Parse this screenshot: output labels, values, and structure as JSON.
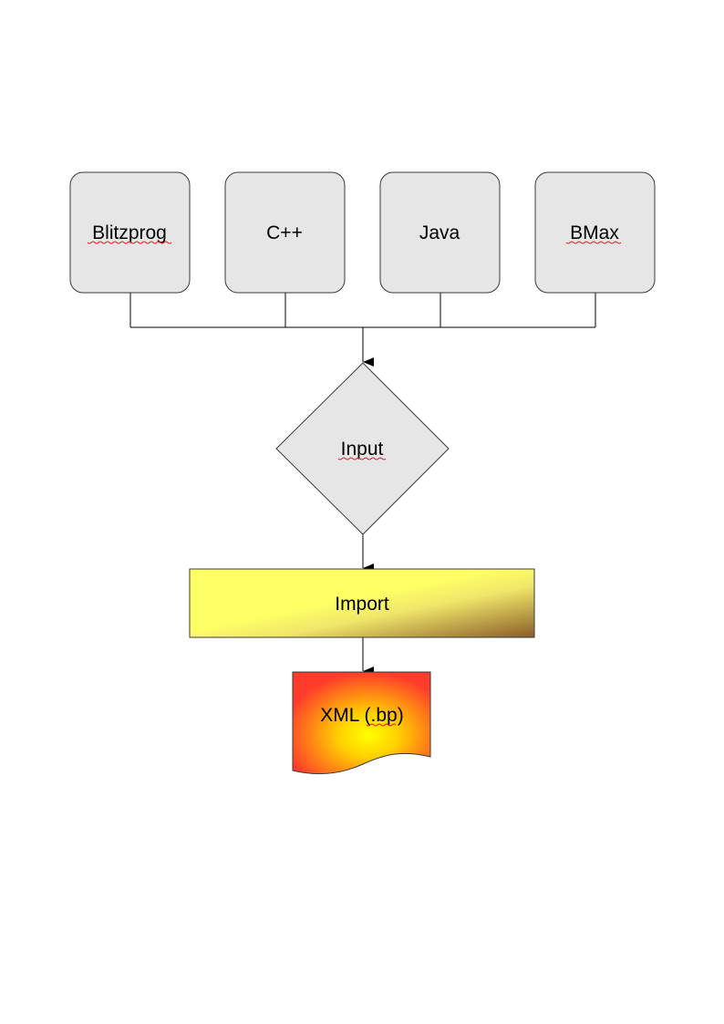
{
  "source_boxes": [
    {
      "label": "Blitzprog"
    },
    {
      "label": "C++"
    },
    {
      "label": "Java"
    },
    {
      "label": "BMax"
    }
  ],
  "decision": {
    "label": "Input"
  },
  "process": {
    "label": "Import"
  },
  "document": {
    "label": "XML (.bp)"
  },
  "colors": {
    "box_fill": "#e6e6e6",
    "box_stroke": "#3a3a3a",
    "line": "#000000",
    "import_gradient": [
      "#ffff66",
      "#f0ea6a",
      "#8a5c28"
    ],
    "document_gradient": [
      "#ffff00",
      "#ff3b2b"
    ]
  }
}
